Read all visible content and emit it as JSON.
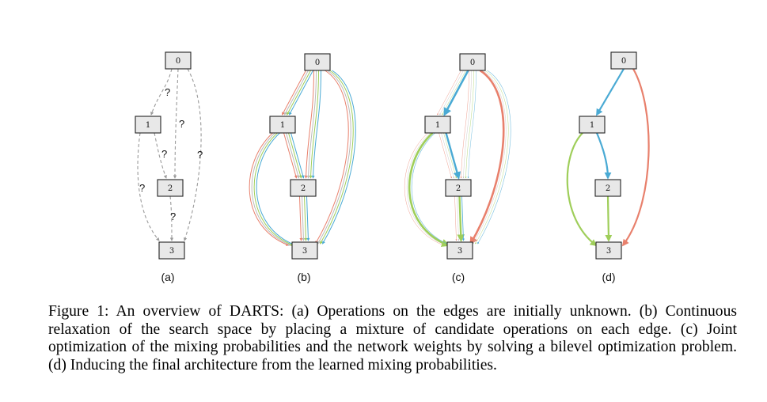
{
  "figure": {
    "colors": {
      "red": "#e8806c",
      "green": "#9fce5a",
      "blue": "#4aaad4",
      "grey": "#bbbbbb",
      "unknown": "#9a9a9a",
      "node_fill": "#e8e8e8"
    },
    "panels": [
      {
        "id": "a",
        "label": "(a)",
        "nodes": [
          "0",
          "1",
          "2",
          "3"
        ],
        "edge_style": "dashed unknown operations",
        "edge_marks": [
          "?",
          "?",
          "?",
          "?",
          "?",
          "?"
        ]
      },
      {
        "id": "b",
        "label": "(b)",
        "nodes": [
          "0",
          "1",
          "2",
          "3"
        ],
        "edge_style": "mixture of candidate operations (red, green, blue, grey) per edge"
      },
      {
        "id": "c",
        "label": "(c)",
        "nodes": [
          "0",
          "1",
          "2",
          "3"
        ],
        "edge_style": "mixture with one dominant operation per edge"
      },
      {
        "id": "d",
        "label": "(d)",
        "nodes": [
          "0",
          "1",
          "2",
          "3"
        ],
        "edge_style": "final selected operations",
        "edges": [
          {
            "from": "0",
            "to": "1",
            "op": "blue"
          },
          {
            "from": "0",
            "to": "3",
            "op": "red"
          },
          {
            "from": "1",
            "to": "2",
            "op": "blue"
          },
          {
            "from": "1",
            "to": "3",
            "op": "green"
          },
          {
            "from": "2",
            "to": "3",
            "op": "green"
          }
        ]
      }
    ]
  },
  "caption": {
    "label": "Figure 1:",
    "text": "An overview of DARTS: (a) Operations on the edges are initially unknown. (b) Continuous relaxation of the search space by placing a mixture of candidate operations on each edge. (c) Joint optimization of the mixing probabilities and the network weights by solving a bilevel optimization problem. (d) Inducing the final architecture from the learned mixing probabilities."
  }
}
